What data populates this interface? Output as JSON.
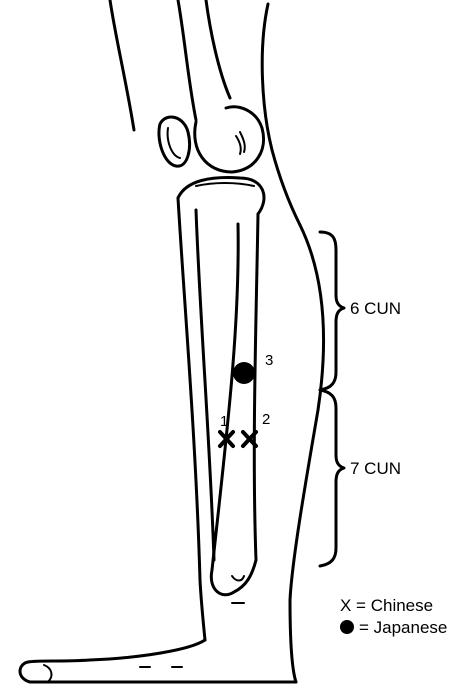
{
  "diagram": {
    "segments": [
      {
        "label": "6 CUN"
      },
      {
        "label": "7 CUN"
      }
    ],
    "points": [
      {
        "number": "1",
        "marker": "x"
      },
      {
        "number": "2",
        "marker": "x"
      },
      {
        "number": "3",
        "marker": "dot"
      }
    ],
    "legend": [
      {
        "symbol": "X",
        "text": "X = Chinese"
      },
      {
        "symbol": "dot",
        "text": "= Japanese"
      }
    ]
  }
}
